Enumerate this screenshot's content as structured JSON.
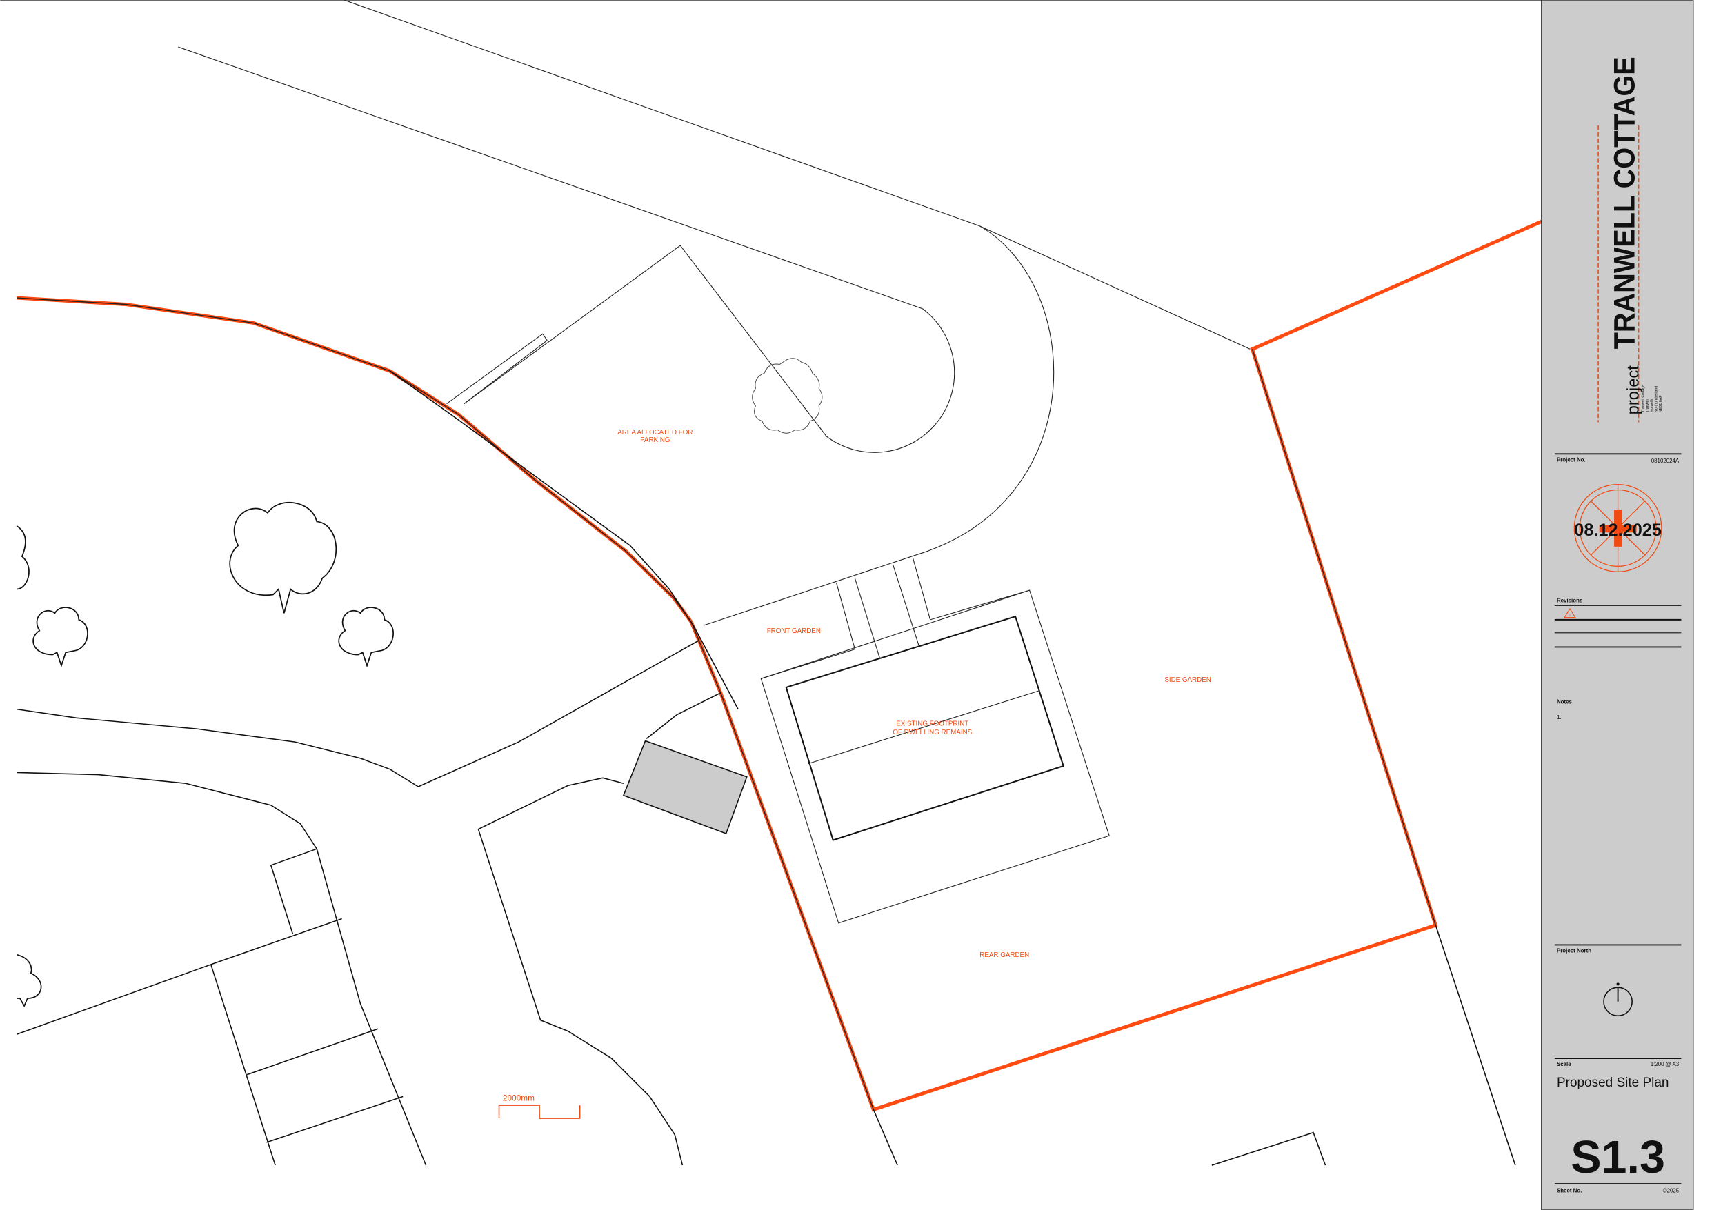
{
  "plan": {
    "labels": {
      "parking_1": "AREA ALLOCATED FOR",
      "parking_2": "PARKING",
      "front_garden": "FRONT GARDEN",
      "footprint_1": "EXISTING FOOTPRINT",
      "footprint_2": "OF DWELLING REMAINS",
      "side_garden": "SIDE GARDEN",
      "rear_garden": "REAR GARDEN"
    },
    "scale_bar_label": "2000mm",
    "colors": {
      "boundary": "#ff4a12",
      "shed": "#cccccc",
      "title_block": "#cccccc"
    }
  },
  "title_block": {
    "project_label": "project",
    "project_name": "TRANWELL COTTAGE",
    "address": [
      "Tranwell Cottage",
      "Tranwell",
      "Morpeth",
      "Northumberland",
      "NE61 6AF"
    ],
    "project_no_label": "Project No.",
    "project_no": "08102024A",
    "date": "08.12.2025",
    "revisions_label": "Revisions",
    "revision_marker": "1",
    "notes_label": "Notes",
    "notes": [
      "1."
    ],
    "north_label": "Project North",
    "scale_label": "Scale",
    "scale_value": "1:200 @ A3",
    "drawing_title": "Proposed Site Plan",
    "sheet_no": "S1.3",
    "sheet_no_label": "Sheet No.",
    "copyright": "©2025"
  }
}
